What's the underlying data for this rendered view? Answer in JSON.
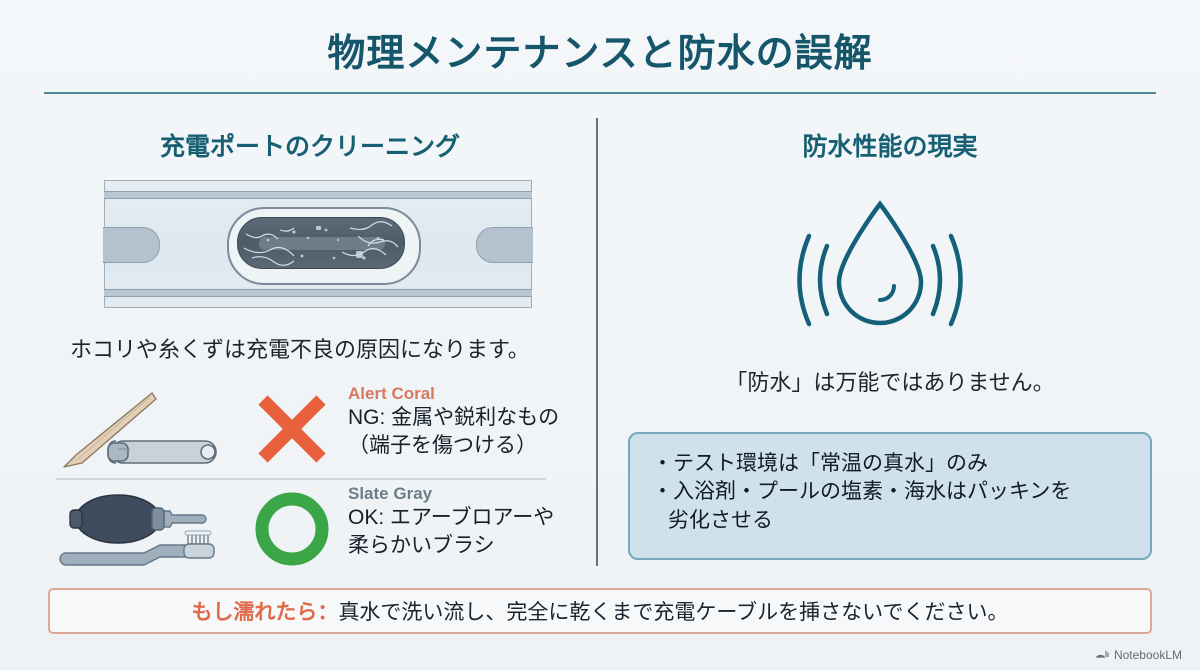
{
  "slide": {
    "title": "物理メンテナンスと防水の誤解",
    "background_color": "#f3f6f8",
    "accent_color": "#15566b"
  },
  "left_column": {
    "heading": "充電ポートのクリーニング",
    "port_illustration_name": "usb-c-port-with-lint",
    "caption": "ホコリや糸くずは充電不良の原因になります。",
    "advice": [
      {
        "tag": "Alert Coral",
        "tag_color": "#d5795f",
        "mark": "x-mark",
        "mark_color": "#e8603c",
        "icon": "toothpick-and-safety-pin-icon",
        "line1": "NG: 金属や鋭利なもの",
        "line2": "（端子を傷つける）"
      },
      {
        "tag": "Slate Gray",
        "tag_color": "#6d7d88",
        "mark": "o-mark",
        "mark_color": "#3ba648",
        "icon": "air-blower-and-toothbrush-icon",
        "line1": "OK: エアーブロアーや",
        "line2": "柔らかいブラシ"
      }
    ]
  },
  "right_column": {
    "heading": "防水性能の現実",
    "icon": "water-droplet-with-waves-icon",
    "caption": "「防水」は万能ではありません。",
    "callout": {
      "background_color": "#cfe2ec",
      "border_color": "#7aa6bb",
      "bullets": [
        {
          "line1": "・テスト環境は「常温の真水」のみ",
          "line2": ""
        },
        {
          "line1": "・入浴剤・プールの塩素・海水はパッキンを",
          "line2": "劣化させる"
        }
      ]
    }
  },
  "banner": {
    "label": "もし濡れたら：",
    "label_color": "#e06a4a",
    "text": "真水で洗い流し、完全に乾くまで充電ケーブルを挿さないでください。",
    "border_color": "#dca894"
  },
  "watermark": {
    "label": "NotebookLM",
    "icon": "notebooklm-logo-icon"
  }
}
